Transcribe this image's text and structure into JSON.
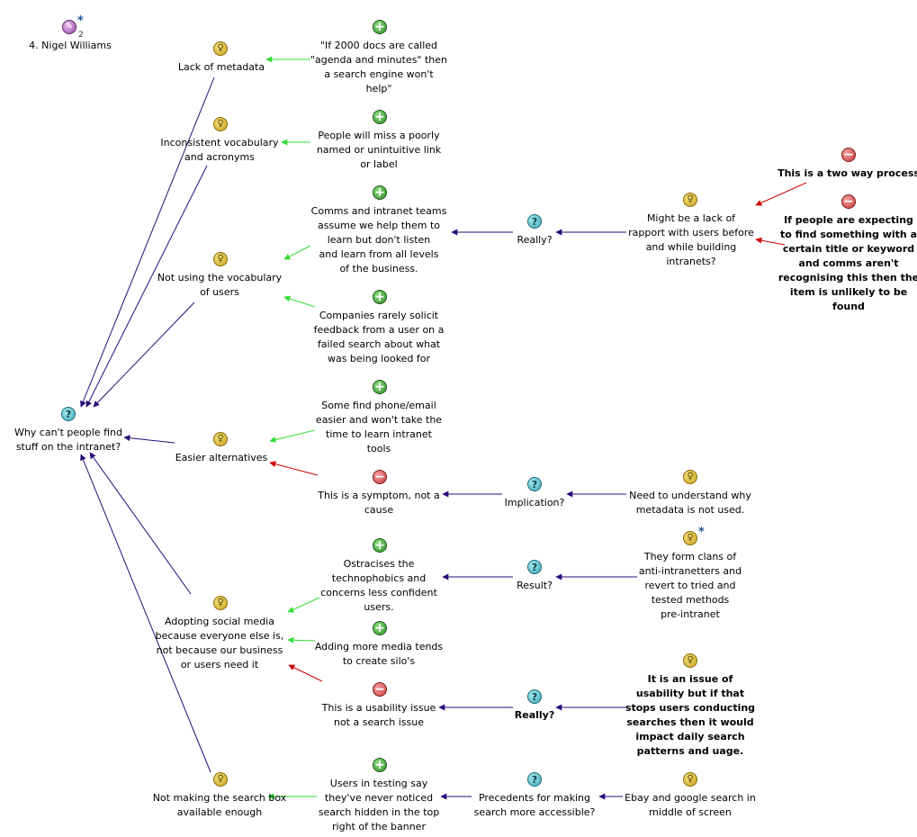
{
  "map": {
    "label": "4. Nigel Williams",
    "star": "*",
    "count": "2"
  },
  "nodes": {
    "n_root": {
      "text": "Why can't people find\nstuff on the intranet?"
    },
    "n_metadata": {
      "text": "Lack of metadata"
    },
    "n_metadata_pro": {
      "text": "\"If 2000 docs are called\n\"agenda and minutes\" then\na search engine won't\nhelp\""
    },
    "n_vocab": {
      "text": "Inconsistent vocabulary\nand acronyms"
    },
    "n_vocab_pro": {
      "text": "People will miss a poorly\nnamed or unintuitive link\nor label"
    },
    "n_users": {
      "text": "Not using the vocabulary\nof users"
    },
    "n_comms": {
      "text": "Comms and intranet teams\nassume we help them to\nlearn but don't listen\nand learn from all levels\nof the business."
    },
    "n_really1": {
      "text": "Really?"
    },
    "n_rapport": {
      "text": "Might be a lack of\nrapport with users before\nand while building\nintranets?"
    },
    "n_twoway": {
      "text": "This is a two way process"
    },
    "n_expect": {
      "text": "If people are expecting\nto find something with a\ncertain title or keyword\nand comms aren't\nrecognising this then the\nitem is unlikely to be\nfound"
    },
    "n_feedback": {
      "text": "Companies rarely solicit\nfeedback from a user on a\nfailed search about what\nwas being looked for"
    },
    "n_easier": {
      "text": "Easier alternatives"
    },
    "n_phone": {
      "text": "Some find phone/email\neasier and won't take the\ntime to learn intranet\ntools"
    },
    "n_symptom": {
      "text": "This is a symptom, not a\ncause"
    },
    "n_implication": {
      "text": "Implication?"
    },
    "n_need": {
      "text": "Need to understand why\nmetadata is not used."
    },
    "n_social": {
      "text": "Adopting social media\nbecause everyone else is,\nnot because our business\nor users need it"
    },
    "n_ostracise": {
      "text": "Ostracises the\ntechnophobics and\nconcerns less confident\nusers."
    },
    "n_result": {
      "text": "Result?"
    },
    "n_clans": {
      "text": "They form clans of\nanti-intranetters and\nrevert to tried and\ntested methods\npre-intranet"
    },
    "n_silos": {
      "text": "Adding more media tends\nto create silo's"
    },
    "n_usability": {
      "text": "This is a usability issue\nnot a search issue"
    },
    "n_really2": {
      "text": "Really?"
    },
    "n_issue": {
      "text": "It is an issue of\nusability but if that\nstops users conducting\nsearches then it would\nimpact daily search\npatterns and uage."
    },
    "n_searchbox": {
      "text": "Not making the search box\navailable enough"
    },
    "n_testing": {
      "text": "Users in testing say\nthey've never noticed\nsearch hidden in the top\nright of the banner"
    },
    "n_precedents": {
      "text": "Precedents for making\nsearch more accessible?"
    },
    "n_ebay": {
      "text": "Ebay and google search in\nmiddle of screen"
    }
  },
  "node_types": {
    "n_root": "question",
    "n_metadata": "idea",
    "n_metadata_pro": "pro",
    "n_vocab": "idea",
    "n_vocab_pro": "pro",
    "n_users": "idea",
    "n_comms": "pro",
    "n_really1": "question",
    "n_rapport": "idea",
    "n_twoway": "con",
    "n_expect": "con",
    "n_feedback": "pro",
    "n_easier": "idea",
    "n_phone": "pro",
    "n_symptom": "con",
    "n_implication": "question",
    "n_need": "idea",
    "n_social": "idea",
    "n_ostracise": "pro",
    "n_result": "question",
    "n_clans": "idea",
    "n_silos": "pro",
    "n_usability": "con",
    "n_really2": "question",
    "n_issue": "idea",
    "n_searchbox": "idea",
    "n_testing": "pro",
    "n_precedents": "question",
    "n_ebay": "idea"
  },
  "icon_glyphs": {
    "idea": "bulb-icon",
    "pro": "plus-icon",
    "con": "minus-icon",
    "question": "question-icon",
    "map": "map-icon"
  },
  "colors": {
    "pro_link": "#33dd33",
    "con_link": "#cc0000",
    "response_link": "#2a0a7a"
  }
}
